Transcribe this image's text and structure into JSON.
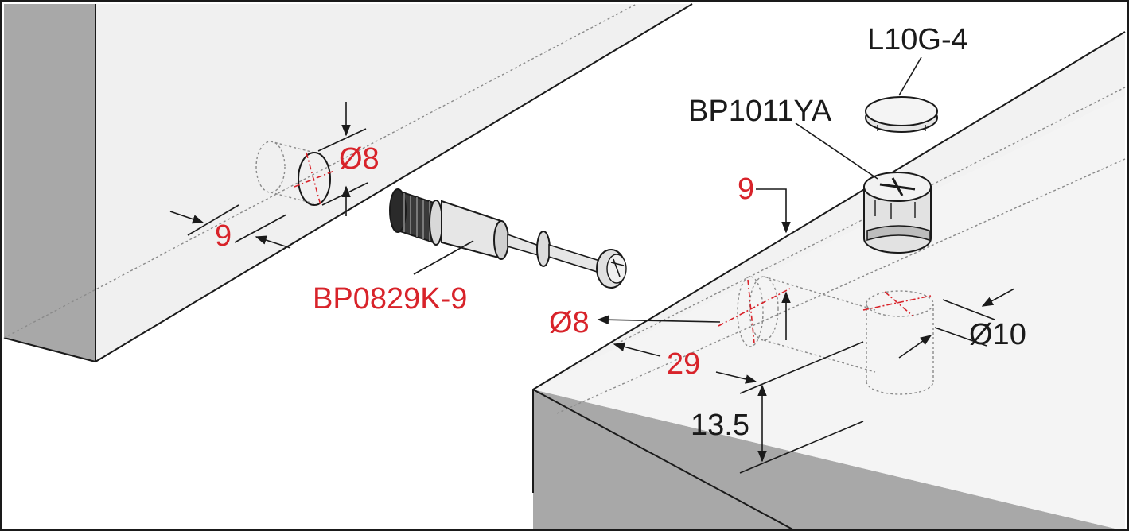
{
  "labels": {
    "cap_part": "L10G-4",
    "cam_part": "BP1011YA",
    "bolt_part": "BP0829K-9",
    "left_hole_dia": "Ø8",
    "left_edge_dist": "9",
    "top_edge_dist": "9",
    "bottom_hole_dia": "Ø8",
    "hole_depth": "29",
    "cam_dia": "Ø10",
    "cam_offset": "13.5"
  },
  "colors": {
    "label_red": "#d8232a",
    "label_dark": "#1a1a1a",
    "panel_top": "#f2f2f2",
    "panel_side": "#a8a8a8"
  }
}
